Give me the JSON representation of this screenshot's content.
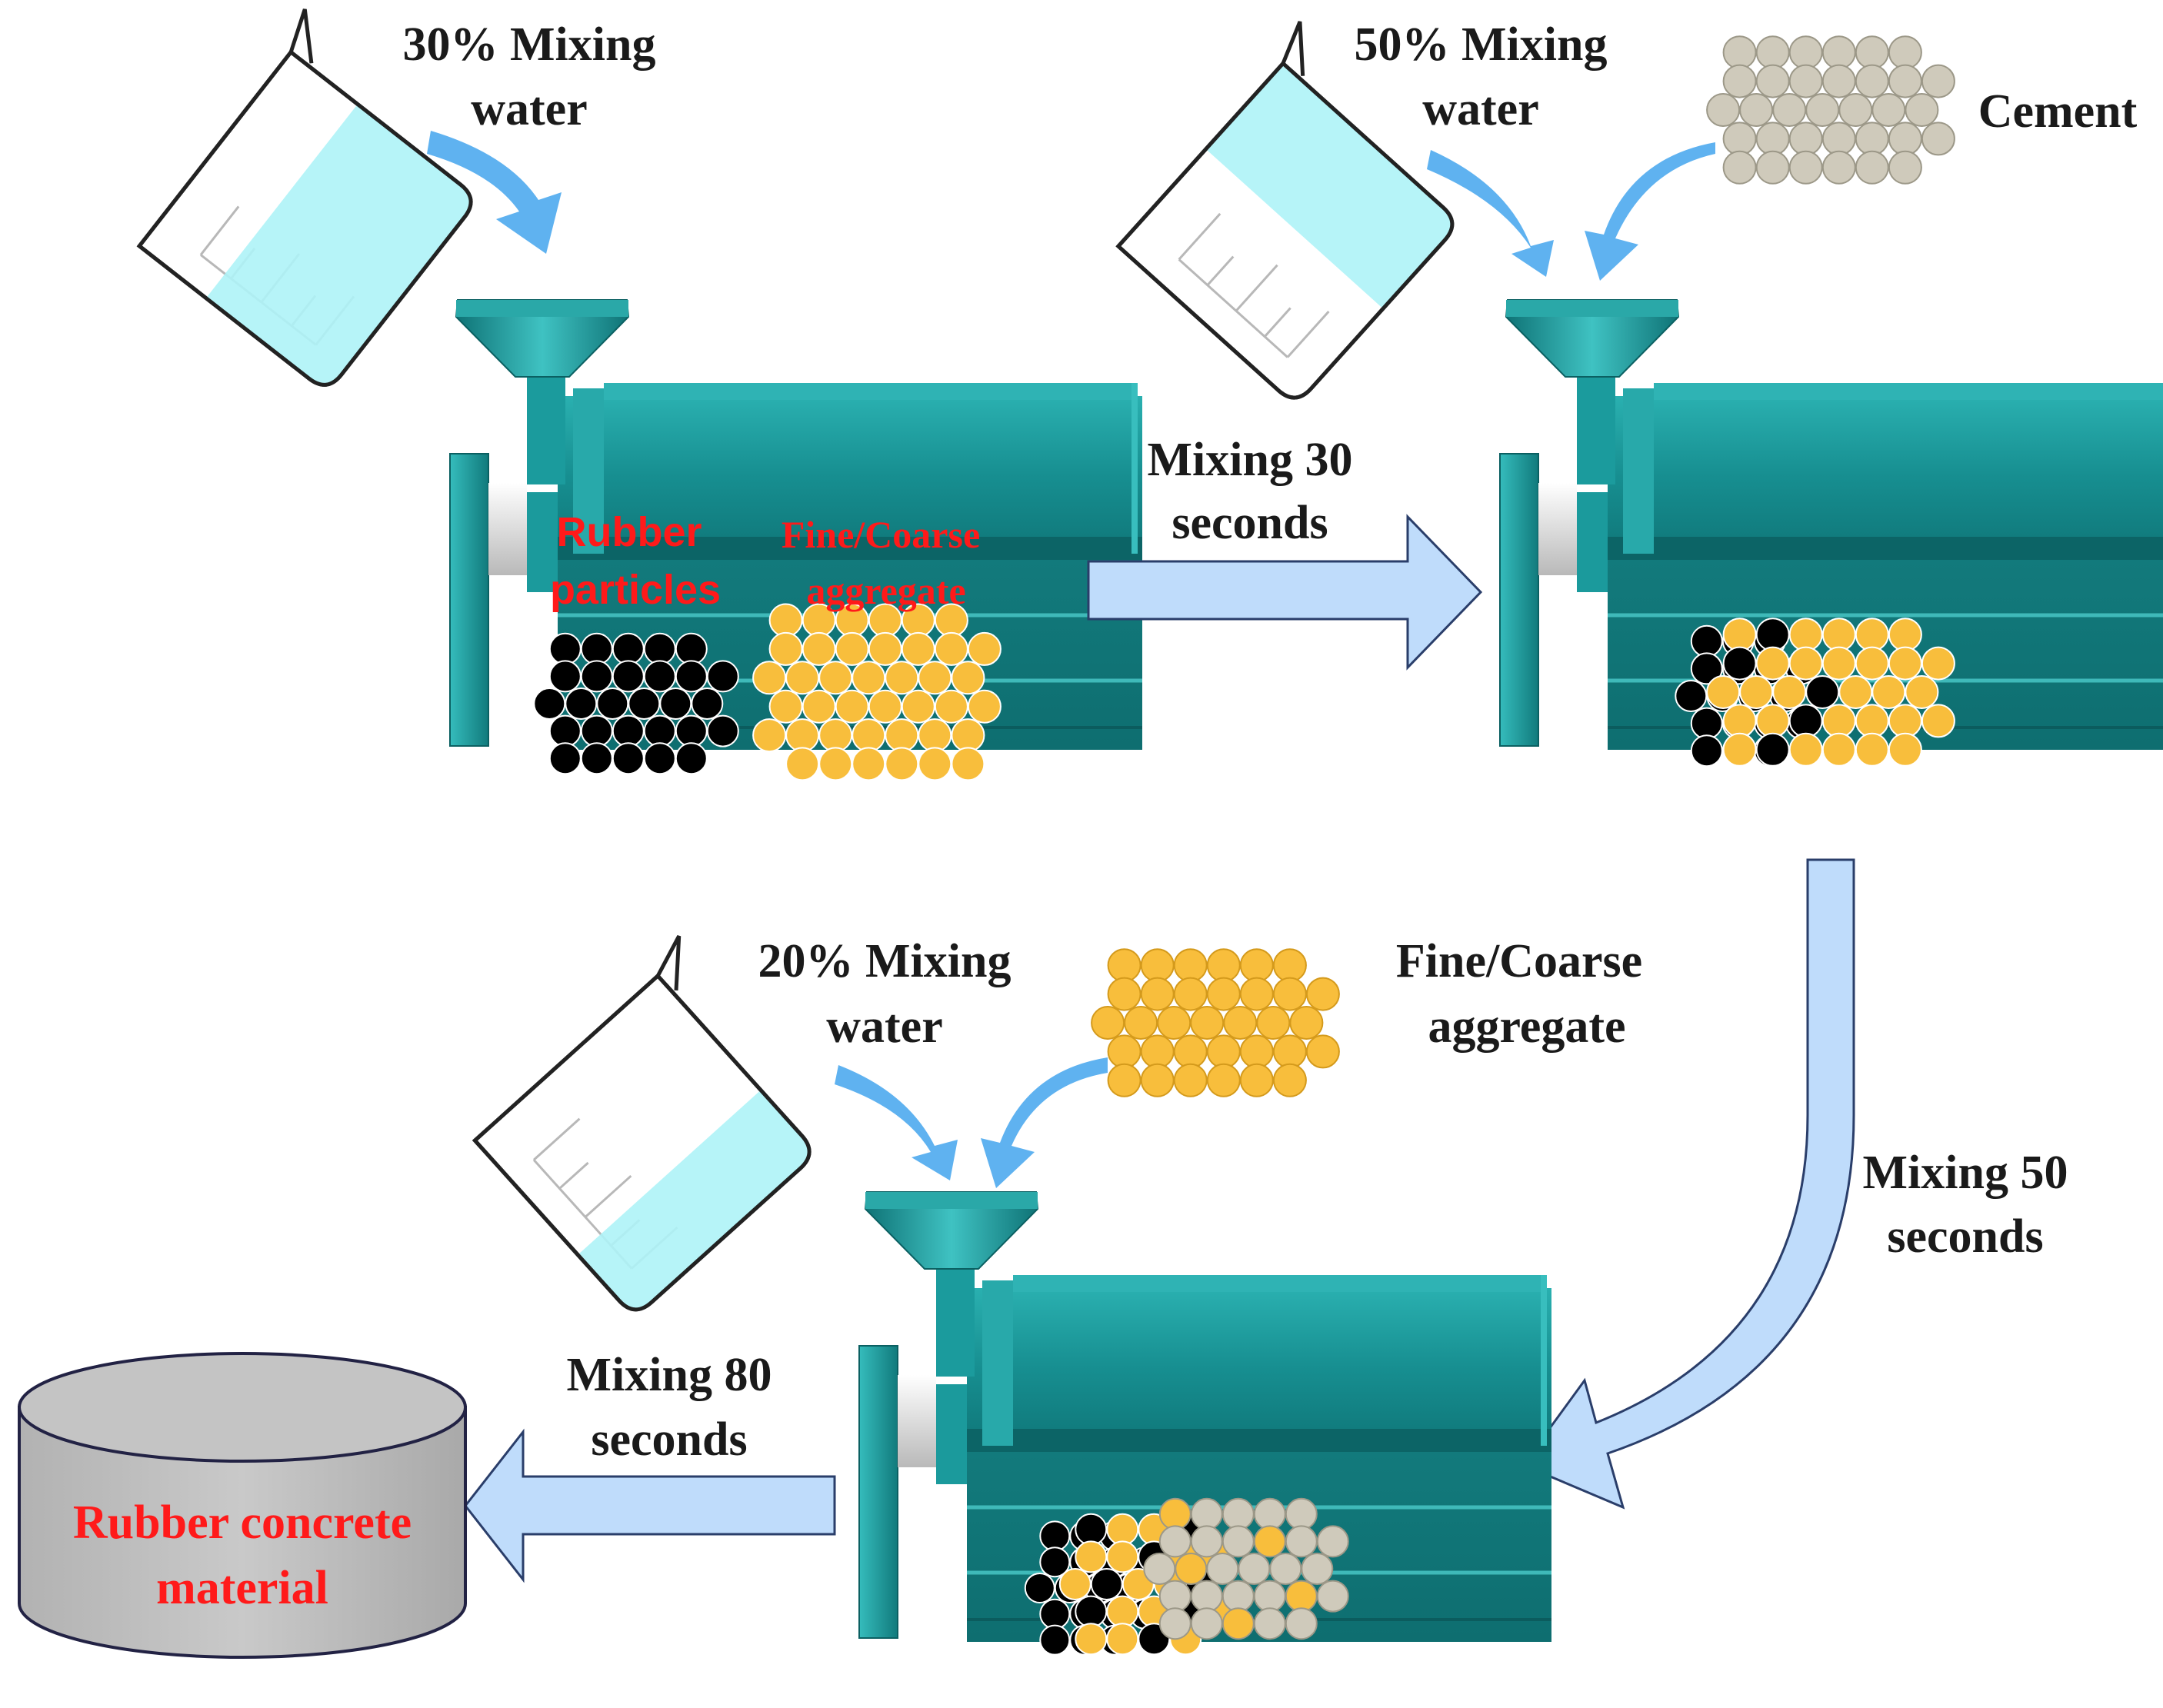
{
  "labels": {
    "step1_water_l1": "30% Mixing",
    "step1_water_l2": "water",
    "step2_water_l1": "50% Mixing",
    "step2_water_l2": "water",
    "cement": "Cement",
    "rubber_l1": "Rubber",
    "rubber_l2": "particles",
    "agg1_l1": "Fine/Coarse",
    "agg1_l2": "aggregate",
    "mix30_l1": "Mixing 30",
    "mix30_l2": "seconds",
    "mix50_l1": "Mixing 50",
    "mix50_l2": "seconds",
    "step3_water_l1": "20% Mixing",
    "step3_water_l2": "water",
    "agg3_l1": "Fine/Coarse",
    "agg3_l2": "aggregate",
    "mix80_l1": "Mixing 80",
    "mix80_l2": "seconds",
    "product_l1": "Rubber concrete",
    "product_l2": "material"
  },
  "colors": {
    "mixer_teal": "#137d80",
    "mixer_light": "#2fb6b6",
    "water_fill": "#aef3f7",
    "arrow_fill": "#bfdcfb",
    "pour_arrow": "#5fb2f0",
    "rubber": "#000000",
    "aggregate": "#f8be3c",
    "cement": "#cfcabb",
    "product_body": "#bdbdbd",
    "highlight_text": "#ff1a1a"
  }
}
